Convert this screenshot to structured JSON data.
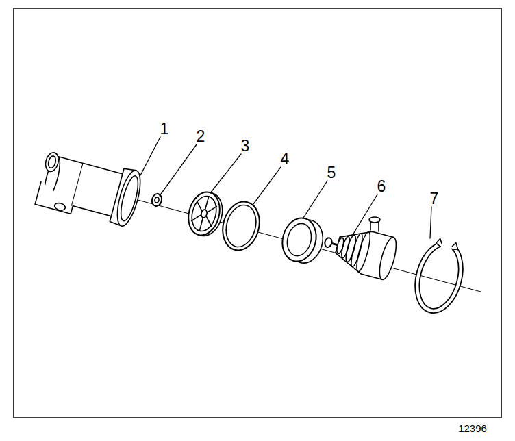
{
  "diagram": {
    "labels": [
      "1",
      "2",
      "3",
      "4",
      "5",
      "6",
      "7",
      "12396"
    ]
  }
}
